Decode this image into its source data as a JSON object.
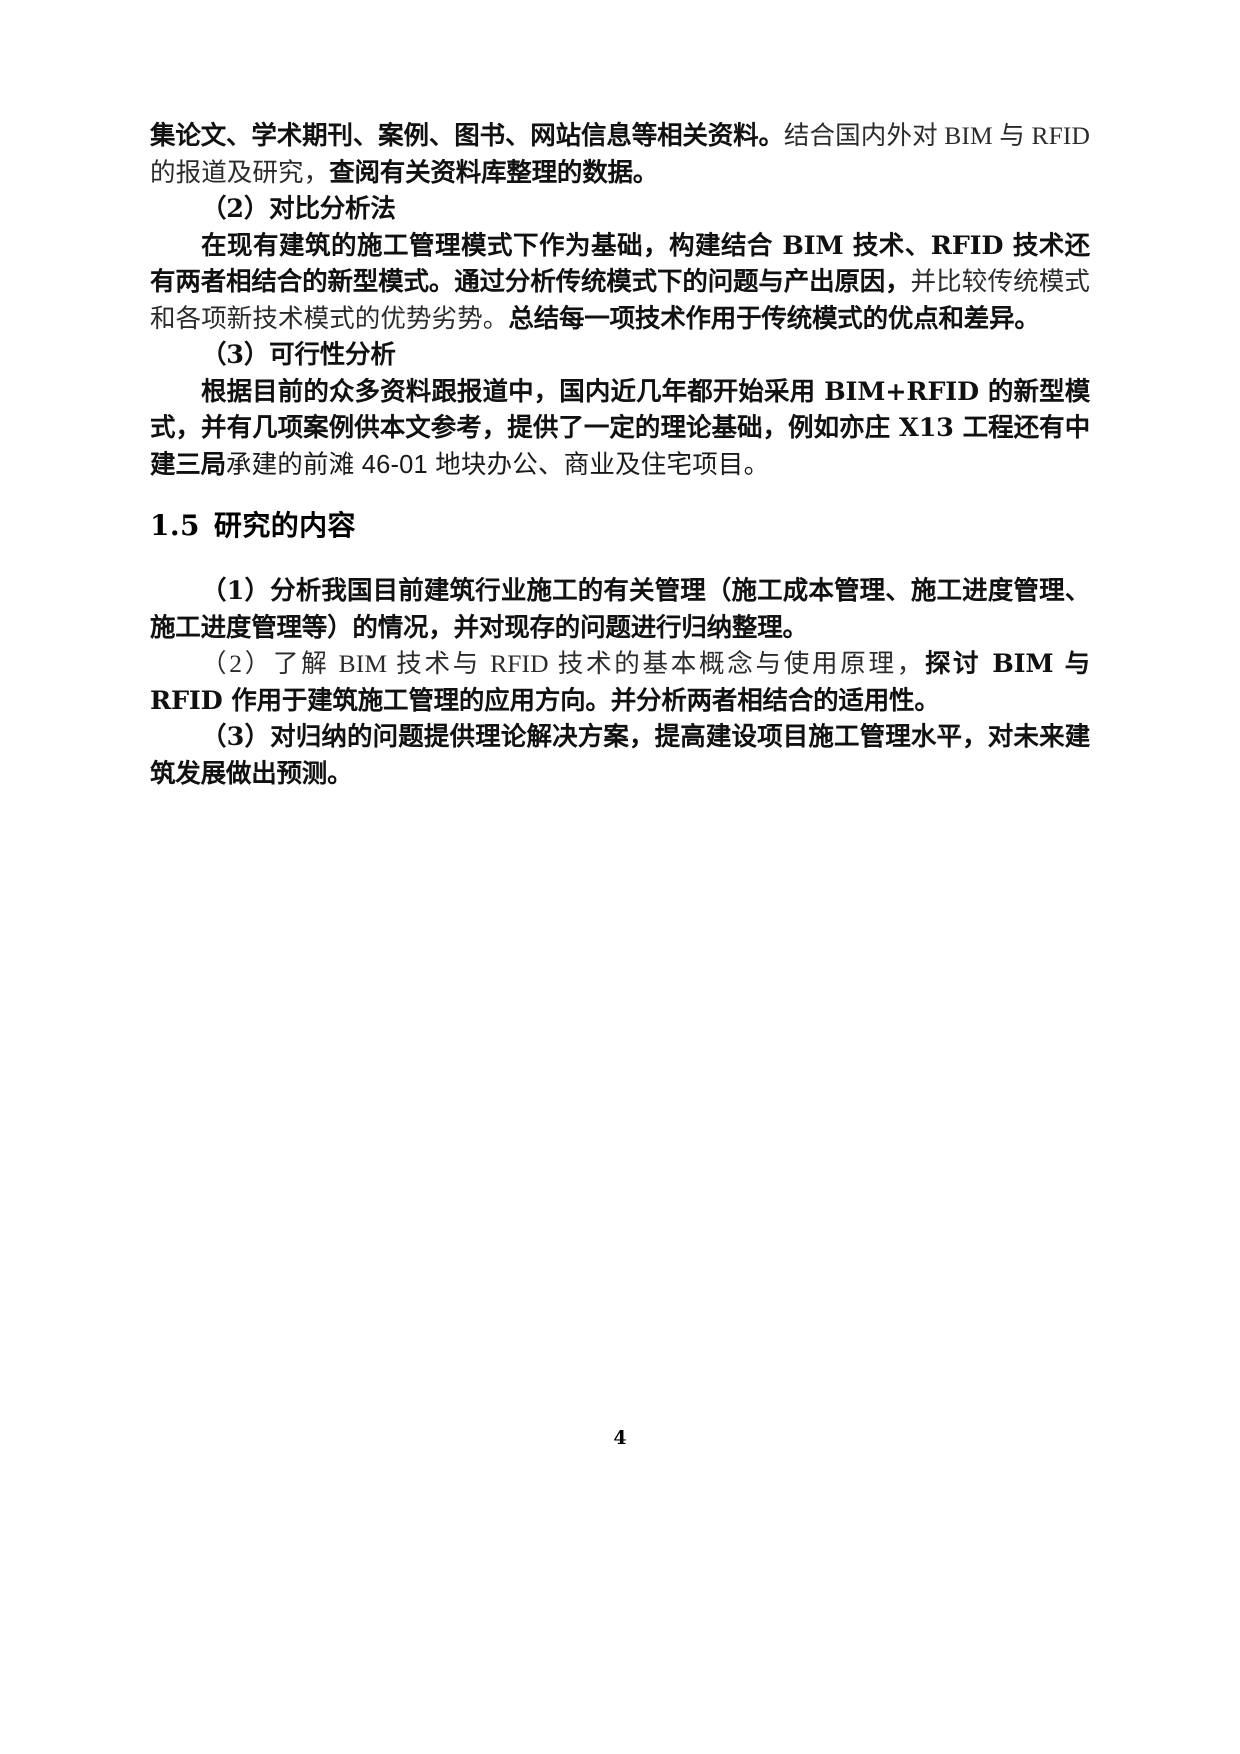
{
  "document": {
    "page_number": "4",
    "section_heading": {
      "number": "1.5",
      "title": "研究的内容"
    }
  },
  "body": {
    "p1_run1": "集论文、学术期刊、案例、图书、网站信息等相关资料。",
    "p1_run2": "结合国内外对 BIM 与 RFID 的报道及研究，",
    "p1_run3": "查阅有关资料库整理的数据。",
    "p2_label": "（2）对比分析法",
    "p3_run1": "在现有建筑的施工管理模式下作为基础，构建结合 BIM 技术、RFID 技术还有两者相结合的新型模式。通过分析传统模式下的问题与产出原因，",
    "p3_run2": "并比较传统模式和各项新技术模式的优势劣势。",
    "p3_run3": "总结每一项技术作用于传统模式的优点和差异。",
    "p4_label": "（3）可行性分析",
    "p5_run1": "根据目前的众多资料跟报道中，国内近几年都开始采用 BIM+RFID 的新型模式，并有几项案例供本文参考，提供了一定的理论基础，例如亦庄 X13 工程还有中建三局",
    "p5_run2": "承建的前滩 46-01 地块办公、商业及住宅项目。",
    "p6_run1": "（1）分析我国目前建筑行业施工的有关管理（施工成本管理、施工进度管理、施工进度管理等）的情况，并对现存的问题进行归纳整理。",
    "p7_run1": "（2）了解 BIM 技术与 RFID 技术的基本概念与使用原理，",
    "p7_run2": "探讨 BIM 与 RFID 作用于建筑施工管理的应用方向。并分析两者相结合的适用性。",
    "p8_run1": "（3）对归纳的问题提供理论解决方案，提高建设项目施工管理水平，对未来建筑发展做出预测。"
  }
}
